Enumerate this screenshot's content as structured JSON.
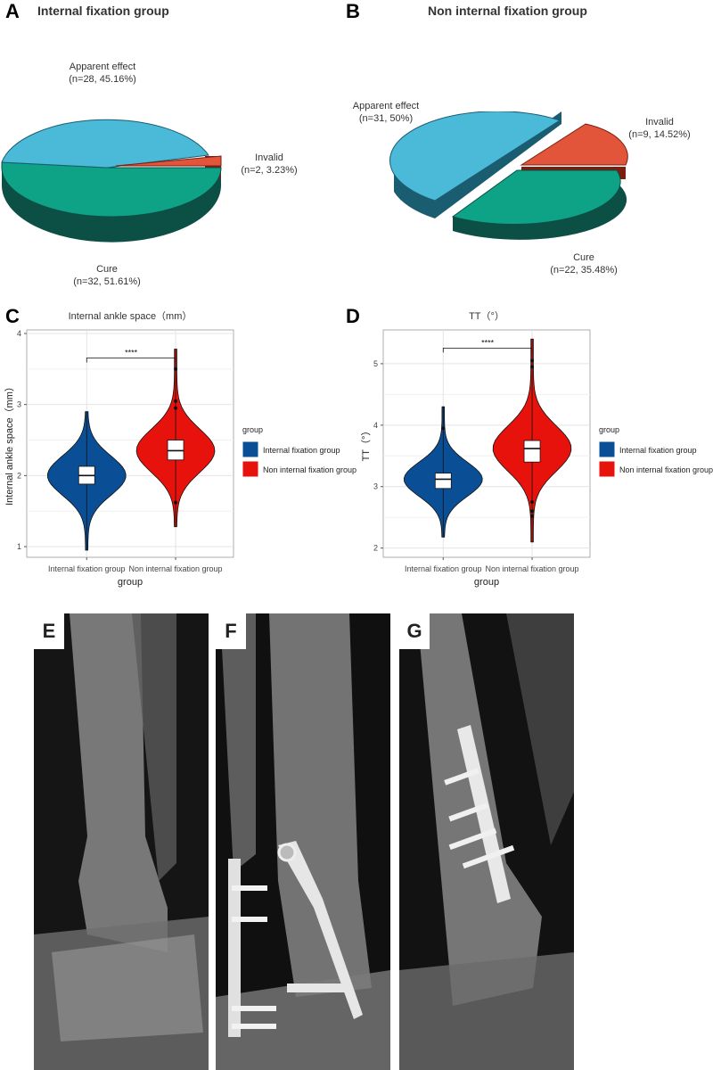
{
  "panels": {
    "A": "A",
    "B": "B",
    "C": "C",
    "D": "D",
    "E": "E",
    "F": "F",
    "G": "G"
  },
  "chart_data": [
    {
      "type": "pie",
      "title": "Internal fixation group",
      "slices": [
        {
          "label_line1": "Apparent effect",
          "label_line2": "(n=28, 45.16%)",
          "n": 28,
          "percent": 45.16,
          "color": "#4bbad8"
        },
        {
          "label_line1": "Invalid",
          "label_line2": "(n=2, 3.23%)",
          "n": 2,
          "percent": 3.23,
          "color": "#e2553b"
        },
        {
          "label_line1": "Cure",
          "label_line2": "(n=32, 51.61%)",
          "n": 32,
          "percent": 51.61,
          "color": "#0ea287"
        }
      ]
    },
    {
      "type": "pie",
      "title": "Non internal fixation group",
      "slices": [
        {
          "label_line1": "Apparent effect",
          "label_line2": "(n=31, 50%)",
          "n": 31,
          "percent": 50,
          "color": "#4bbad8"
        },
        {
          "label_line1": "Invalid",
          "label_line2": "(n=9, 14.52%)",
          "n": 9,
          "percent": 14.52,
          "color": "#e2553b"
        },
        {
          "label_line1": "Cure",
          "label_line2": "(n=22, 35.48%)",
          "n": 22,
          "percent": 35.48,
          "color": "#0ea287"
        }
      ]
    },
    {
      "type": "violin",
      "title": "Internal ankle space（mm）",
      "xlabel": "group",
      "ylabel": "Internal ankle space（mm）",
      "ylim": [
        0.85,
        4.05
      ],
      "yticks": [
        1,
        2,
        3,
        4
      ],
      "categories": [
        "Internal fixation group",
        "Non internal fixation group"
      ],
      "significance": "****",
      "legend_title": "group",
      "series": [
        {
          "name": "Internal fixation group",
          "color": "#0a4f96",
          "min": 0.95,
          "q1": 1.88,
          "median": 2.0,
          "q3": 2.13,
          "max": 2.9,
          "outliers": []
        },
        {
          "name": "Non internal fixation group",
          "color": "#e8120c",
          "min": 1.28,
          "q1": 2.22,
          "median": 2.35,
          "q3": 2.5,
          "max": 3.78,
          "outliers": [
            3.5,
            3.05,
            2.95,
            1.62
          ]
        }
      ]
    },
    {
      "type": "violin",
      "title": "TT（°）",
      "xlabel": "group",
      "ylabel": "TT（°）",
      "ylim": [
        1.85,
        5.55
      ],
      "yticks": [
        2,
        3,
        4,
        5
      ],
      "categories": [
        "Internal fixation group",
        "Non internal fixation group"
      ],
      "significance": "****",
      "legend_title": "group",
      "series": [
        {
          "name": "Internal fixation group",
          "color": "#0a4f96",
          "min": 2.18,
          "q1": 2.97,
          "median": 3.12,
          "q3": 3.22,
          "max": 4.3,
          "outliers": [
            3.95
          ]
        },
        {
          "name": "Non internal fixation group",
          "color": "#e8120c",
          "min": 2.1,
          "q1": 3.4,
          "median": 3.62,
          "q3": 3.75,
          "max": 5.4,
          "outliers": [
            5.05,
            4.95,
            2.75,
            2.6,
            2.52
          ]
        }
      ]
    }
  ]
}
